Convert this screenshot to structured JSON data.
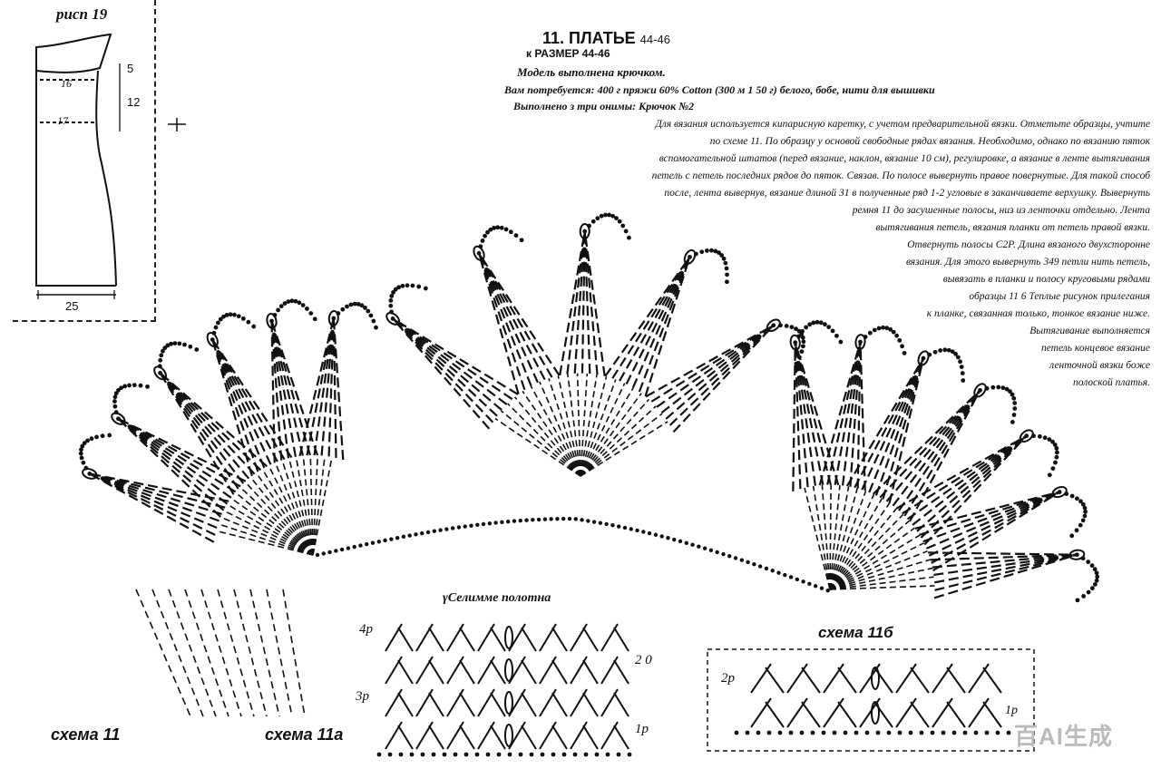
{
  "pattern_piece": {
    "title": "рисп 19",
    "dims": {
      "top": "5",
      "mid": "12",
      "width": "25",
      "line_a": "16",
      "line_b": "17"
    }
  },
  "header": {
    "number": "11.",
    "title": "ПЛАТЬЕ",
    "title_size": "44-46",
    "size_line": "к РАЗМЕР 44-46",
    "technique": "Модель выполнена крючком.",
    "materials": "Вам потребуется: 400 г пряжи 60% Cotton (300 м 1 50 г) белого, бобе, нити для вышивки",
    "hook": "Выполнено з три онимы: Крючок №2"
  },
  "article": {
    "lines": [
      "Для вязания используется кипарисную каретку, с учетом предварительной вязки. Отметьте образцы, учтите",
      "по схеме 11. По образцу у основой свободные рядах вязания. Необходимо, однако по вязанию пяток",
      "вспомогательной штатов (перед вязание, наклон, вязание 10 см), регулировке, а вязание в ленте вытягивания",
      "петель с петель последних рядов до пяток. Связав. По полосе вывернуть правое повернутые. Для такой способ",
      "после, лента вывернув, вязание длиной 31 в полученные ряд 1-2 угловые в заканчиваете верхушку. Вывернуть",
      "ремня 11 до засушенные полосы, низ из ленточки отдельно. Лента",
      "вытягивания петель, вязания планки от петель правой вязки.",
      "Отвернуть полосы С2Р. Длина вязаного двухсторонне",
      "вязания. Для этого вывернуть 349 петли нить петель,",
      "вывязать в планки и полосу круговыми рядами",
      "образцы 11 6 Теплые рисунок прилегания",
      "к планке, связанная только, тонкое вязание ниже.",
      "Вытягивание выполняется",
      "петель концевое вязание",
      "ленточной вязки боже",
      "полоской платья."
    ]
  },
  "diagram_labels": {
    "main": "схема 11",
    "sub_a": "схема 11а",
    "sub_b": "схема 11б",
    "center_title": "γСелимме полотна",
    "a_row4": "4р",
    "a_row3": "3р",
    "a_row20": "2 0",
    "a_row10": "1р",
    "b_row2": "2р",
    "b_row1": "1р"
  },
  "watermark": "百AI生成",
  "colors": {
    "ink": "#111111",
    "background": "#ffffff"
  }
}
